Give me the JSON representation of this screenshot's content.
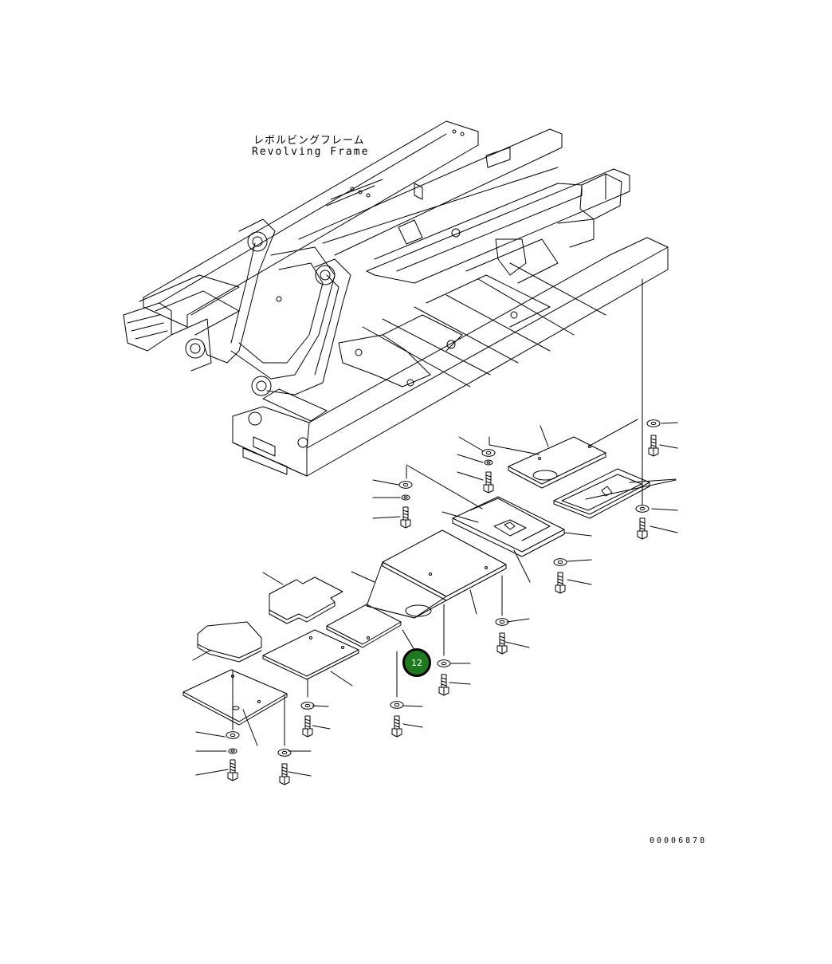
{
  "diagram": {
    "title_japanese": "レボルビングフレーム",
    "title_english": "Revolving Frame",
    "drawing_number": "00006878",
    "callouts": [
      {
        "label": "12",
        "color": "#1f7a1f"
      }
    ]
  }
}
